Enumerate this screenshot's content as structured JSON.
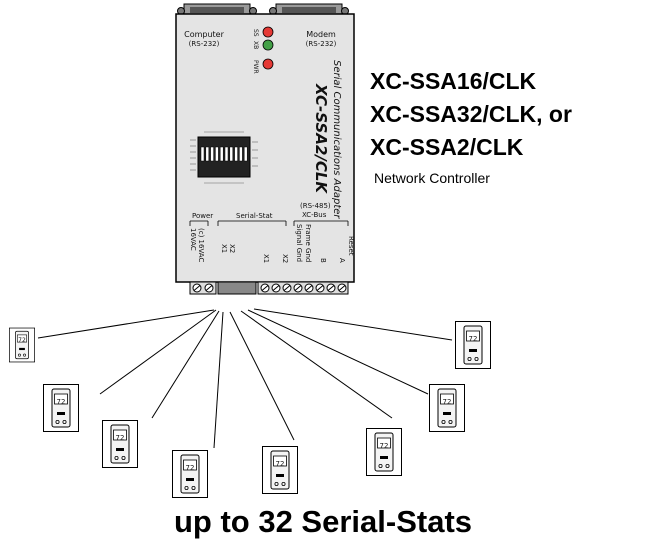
{
  "device": {
    "port_computer": "Computer",
    "port_computer_sub": "(RS-232)",
    "port_modem": "Modem",
    "port_modem_sub": "(RS-232)",
    "led_ss": "SS",
    "led_xb": "XB",
    "led_pwr": "PWR",
    "side_line1": "Serial Communications Adapter",
    "side_line2": "XC-SSA2/CLK",
    "section_power": "Power",
    "section_serialstat": "Serial-Stat",
    "section_xcbus_1": "(RS-485)",
    "section_xcbus_2": "XC-Bus",
    "term_power_1": "(c) 16VAC",
    "term_power_2": "16VAC",
    "term_x2a": "X2",
    "term_x1a": "X1",
    "term_x1b": "X1",
    "term_x2b": "X2",
    "term_signal_gnd": "Signal Gnd",
    "term_frame_gnd": "Frame Gnd",
    "term_b": "B",
    "term_a": "A",
    "term_reset": "Reset",
    "led_colors": {
      "ss": "#e53935",
      "xb": "#43a047",
      "pwr": "#e53935"
    }
  },
  "models": [
    "XC-SSA16/CLK",
    "XC-SSA32/CLK, or",
    "XC-SSA2/CLK"
  ],
  "subtitle": "Network Controller",
  "thermostat_display": "72",
  "caption": "up to 32 Serial-Stats"
}
